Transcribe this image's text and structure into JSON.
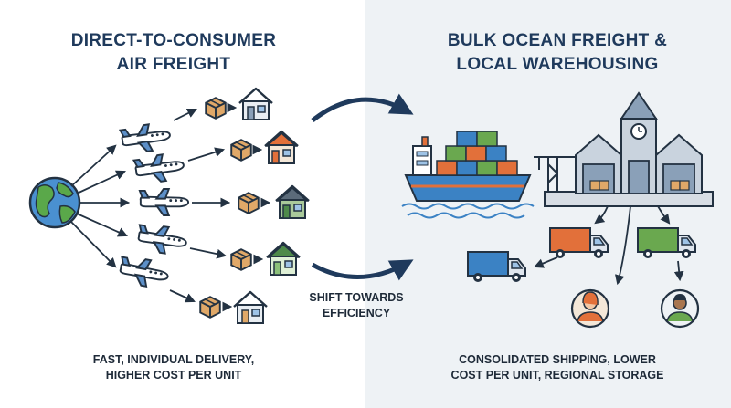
{
  "left": {
    "title_line1": "DIRECT-TO-CONSUMER",
    "title_line2": "AIR FREIGHT",
    "caption_line1": "FAST, INDIVIDUAL DELIVERY,",
    "caption_line2": "HIGHER COST PER UNIT"
  },
  "center": {
    "label_line1": "SHIFT TOWARDS",
    "label_line2": "EFFICIENCY"
  },
  "right": {
    "title_line1": "BULK OCEAN FREIGHT &",
    "title_line2": "LOCAL WAREHOUSING",
    "caption_line1": "CONSOLIDATED SHIPPING, LOWER",
    "caption_line2": "COST PER UNIT, REGIONAL STORAGE"
  },
  "colors": {
    "navy": "#1f3a5c",
    "outline": "#233242",
    "box": "#e0a868",
    "house_orange": "#e2703a",
    "house_green": "#4e8a4a",
    "house_light_green": "#8cc07a",
    "ship_blue": "#3b82c4",
    "truck_orange": "#e2703a",
    "truck_green": "#6aa84f",
    "truck_blue": "#3b82c4",
    "globe_ocean": "#4a90d0",
    "globe_land": "#5aa84a",
    "bg_right": "#eef2f5"
  },
  "icons": {
    "globe": "globe-icon",
    "plane": "airplane-icon",
    "package": "package-icon",
    "house": "house-icon",
    "ship": "cargo-ship-icon",
    "crane": "crane-icon",
    "warehouse": "warehouse-icon",
    "truck": "truck-icon",
    "person": "person-avatar-icon"
  }
}
